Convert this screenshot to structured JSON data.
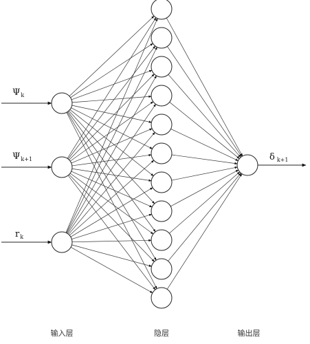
{
  "network": {
    "input_count": 3,
    "hidden_count": 11,
    "output_count": 1
  },
  "inputs": [
    {
      "symbol": "Ψ",
      "subscript": "k"
    },
    {
      "symbol": "Ψ",
      "subscript": "k+1"
    },
    {
      "symbol": "r",
      "subscript": "k"
    }
  ],
  "output": {
    "symbol": "δ",
    "subscript": "k+1"
  },
  "layers": {
    "input_label": "输入层",
    "hidden_label": "隐层",
    "output_label": "输出层"
  }
}
